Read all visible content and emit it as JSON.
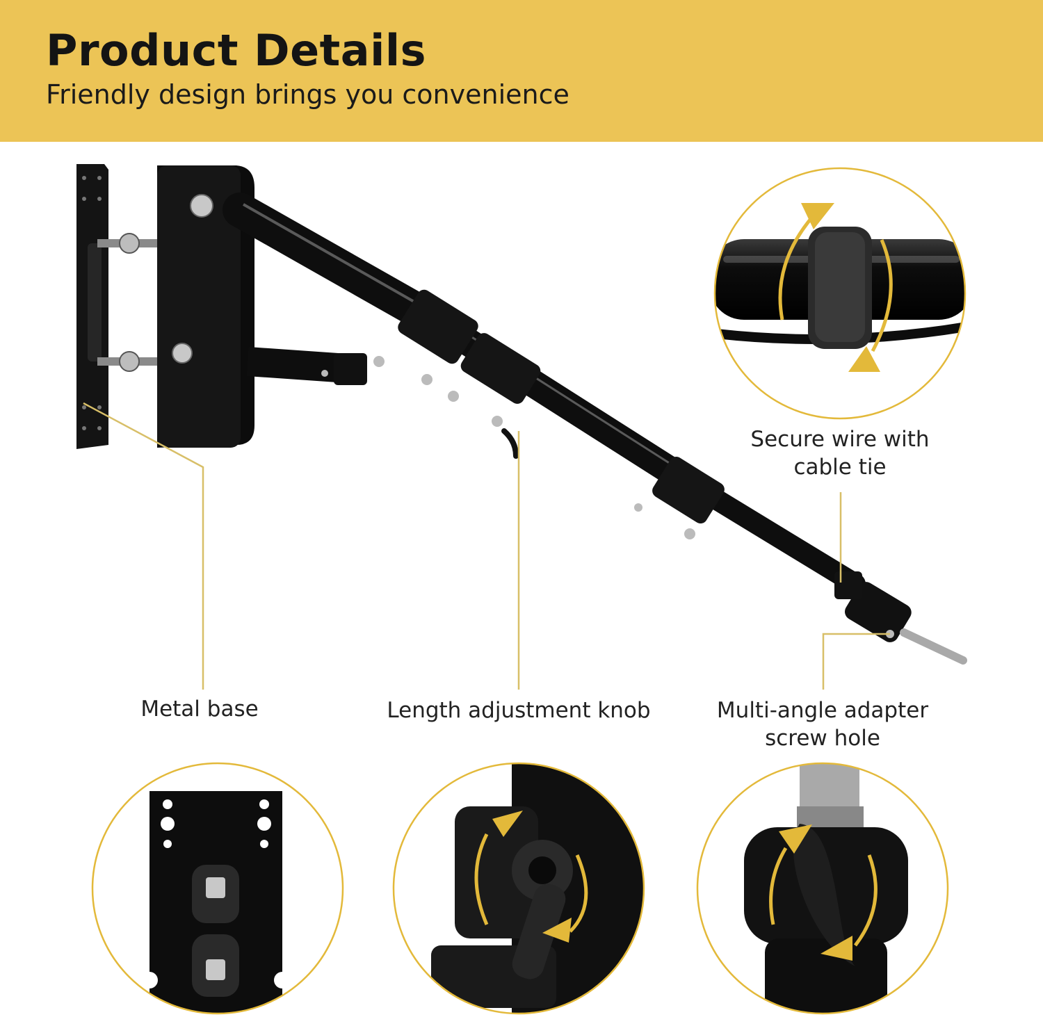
{
  "header": {
    "title": "Product Details",
    "subtitle": "Friendly design brings you convenience"
  },
  "callouts": {
    "cable_tie": {
      "line1": "Secure wire with",
      "line2": "cable tie"
    },
    "metal_base": "Metal base",
    "length_knob": "Length adjustment knob",
    "adapter": {
      "line1": "Multi-angle adapter",
      "line2": "screw hole"
    }
  },
  "colors": {
    "banner": "#ecc456",
    "accent_gold": "#e3b93a",
    "callout_line": "#d8bf68",
    "product": "#111111",
    "text": "#222222"
  }
}
